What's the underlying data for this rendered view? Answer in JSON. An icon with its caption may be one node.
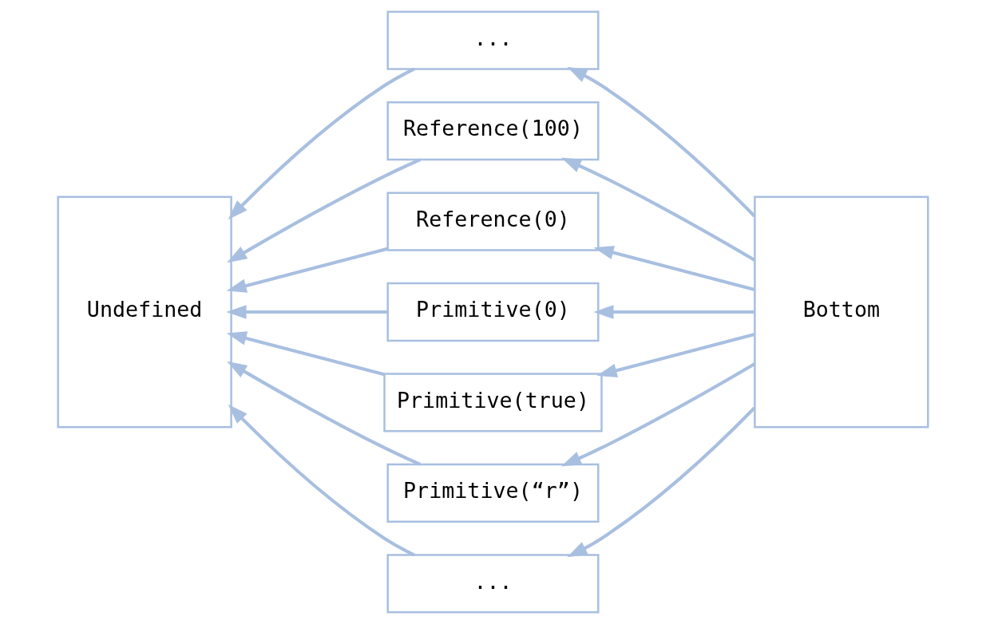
{
  "diagram": {
    "nodes": [
      {
        "text": [
          "Undefined"
        ]
      },
      {
        "text": [
          "..."
        ]
      },
      {
        "text": [
          "Reference(100)"
        ]
      },
      {
        "text": [
          "Reference(0)"
        ]
      },
      {
        "text": [
          "Primitive(0)"
        ]
      },
      {
        "text": [
          "Primitive(true)"
        ]
      },
      {
        "text": [
          "Primitive(“r”)"
        ]
      },
      {
        "text": [
          "..."
        ]
      },
      {
        "text": [
          "Bottom"
        ]
      }
    ],
    "edges": [
      {
        "from": 8,
        "to": 1,
        "arrow": "to"
      },
      {
        "from": 8,
        "to": 2,
        "arrow": "to"
      },
      {
        "from": 8,
        "to": 3,
        "arrow": "to"
      },
      {
        "from": 8,
        "to": 4,
        "arrow": "to"
      },
      {
        "from": 8,
        "to": 5,
        "arrow": "to"
      },
      {
        "from": 8,
        "to": 6,
        "arrow": "to"
      },
      {
        "from": 8,
        "to": 7,
        "arrow": "to"
      },
      {
        "from": 1,
        "to": 0,
        "arrow": "to"
      },
      {
        "from": 2,
        "to": 0,
        "arrow": "to"
      },
      {
        "from": 3,
        "to": 0,
        "arrow": "to"
      },
      {
        "from": 4,
        "to": 0,
        "arrow": "to"
      },
      {
        "from": 5,
        "to": 0,
        "arrow": "to"
      },
      {
        "from": 6,
        "to": 0,
        "arrow": "to"
      },
      {
        "from": 7,
        "to": 0,
        "arrow": "to"
      }
    ]
  }
}
